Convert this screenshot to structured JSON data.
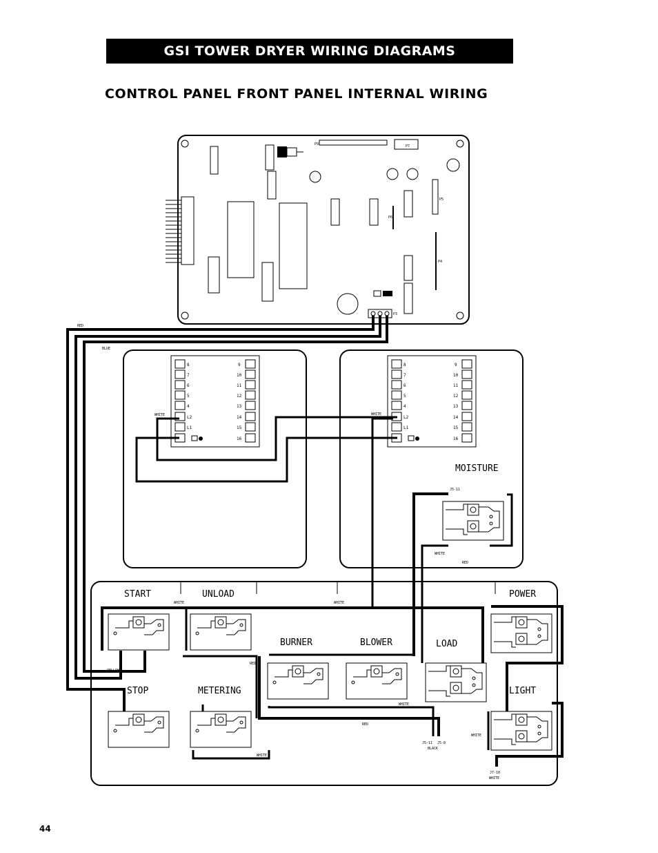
{
  "header": {
    "title": "GSI TOWER DRYER WIRING DIAGRAMS",
    "subtitle": "CONTROL PANEL FRONT PANEL INTERNAL WIRING",
    "page_number": "44"
  },
  "circuit_board": {
    "connectors": [
      "P9",
      "P7",
      "P5",
      "P6",
      "P4",
      "P3"
    ]
  },
  "terminal_strips": {
    "left_numbers": [
      "8",
      "7",
      "6",
      "5",
      "4",
      "L2",
      "L1",
      ""
    ],
    "right_numbers": [
      "9",
      "10",
      "11",
      "12",
      "13",
      "14",
      "15",
      "16"
    ]
  },
  "devices": {
    "moisture": "MOISTURE",
    "start": "START",
    "unload": "UNLOAD",
    "power": "POWER",
    "burner": "BURNER",
    "blower": "BLOWER",
    "load": "LOAD",
    "stop": "STOP",
    "metering": "METERING",
    "light": "LIGHT"
  },
  "wire_labels": {
    "red_top": "RED",
    "blue_top": "BLUE",
    "white_left_strip": "WHITE",
    "white_right_strip": "WHITE",
    "j5_11_top": "J5-11",
    "white_moisture": "WHITE",
    "red_moisture": "RED",
    "white_start": "WHITE",
    "white_unload": "WHITE",
    "red_unload": "RED",
    "yellow": "YELLOW",
    "white_blower": "WHITE",
    "red_bottom": "RED",
    "j5_11_bottom": "J5-11",
    "j5_8": "J5-8",
    "black": "BLACK",
    "white_light": "WHITE",
    "white_metering": "WHITE",
    "j7_10": "J7-10",
    "white_j7": "WHITE"
  }
}
